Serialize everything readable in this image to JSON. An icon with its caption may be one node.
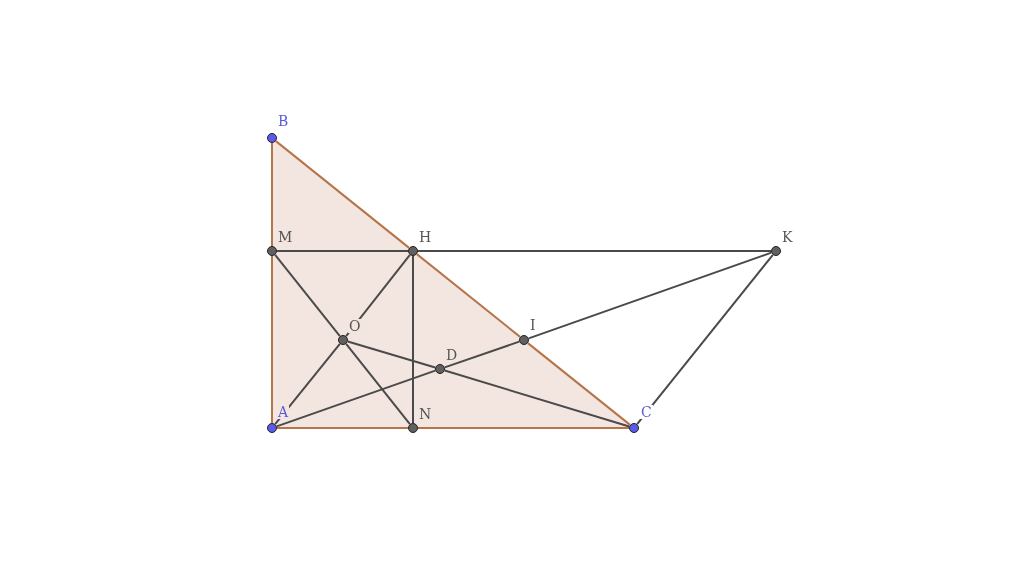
{
  "diagram": {
    "nodes": [
      {
        "text": [],
        "shape": "circle",
        "beside": [
          "B"
        ]
      },
      {
        "text": [],
        "shape": "circle",
        "beside": [
          "M"
        ]
      },
      {
        "text": [],
        "shape": "circle",
        "beside": [
          "H"
        ]
      },
      {
        "text": [],
        "shape": "circle",
        "beside": [
          "K"
        ]
      },
      {
        "text": [],
        "shape": "circle",
        "beside": [
          "O"
        ]
      },
      {
        "text": [],
        "shape": "circle",
        "beside": [
          "I"
        ]
      },
      {
        "text": [],
        "shape": "circle",
        "beside": [
          "D"
        ]
      },
      {
        "text": [],
        "shape": "circle",
        "beside": [
          "A"
        ]
      },
      {
        "text": [],
        "shape": "circle",
        "beside": [
          "N"
        ]
      },
      {
        "text": [],
        "shape": "circle",
        "beside": [
          "C"
        ]
      }
    ],
    "edges": [
      {
        "from": 0,
        "to": 1,
        "arrow": "none",
        "color": "#b5744a"
      },
      {
        "from": 1,
        "to": 7,
        "arrow": "none",
        "color": "#b5744a"
      },
      {
        "from": 0,
        "to": 2,
        "arrow": "none",
        "color": "#b5744a"
      },
      {
        "from": 2,
        "to": 5,
        "arrow": "none",
        "color": "#b5744a"
      },
      {
        "from": 5,
        "to": 9,
        "arrow": "none",
        "color": "#b5744a"
      },
      {
        "from": 7,
        "to": 8,
        "arrow": "none",
        "color": "#b5744a"
      },
      {
        "from": 8,
        "to": 9,
        "arrow": "none",
        "color": "#b5744a"
      },
      {
        "from": 1,
        "to": 2,
        "arrow": "none"
      },
      {
        "from": 2,
        "to": 3,
        "arrow": "none"
      },
      {
        "from": 2,
        "to": 8,
        "arrow": "none"
      },
      {
        "from": 1,
        "to": 4,
        "arrow": "none"
      },
      {
        "from": 4,
        "to": 8,
        "arrow": "none"
      },
      {
        "from": 7,
        "to": 4,
        "arrow": "none"
      },
      {
        "from": 4,
        "to": 2,
        "arrow": "none"
      },
      {
        "from": 4,
        "to": 6,
        "arrow": "none"
      },
      {
        "from": 6,
        "to": 9,
        "arrow": "none"
      },
      {
        "from": 7,
        "to": 6,
        "arrow": "none"
      },
      {
        "from": 6,
        "to": 5,
        "arrow": "none"
      },
      {
        "from": 5,
        "to": 3,
        "arrow": "none"
      },
      {
        "from": 3,
        "to": 9,
        "arrow": "none"
      }
    ]
  }
}
